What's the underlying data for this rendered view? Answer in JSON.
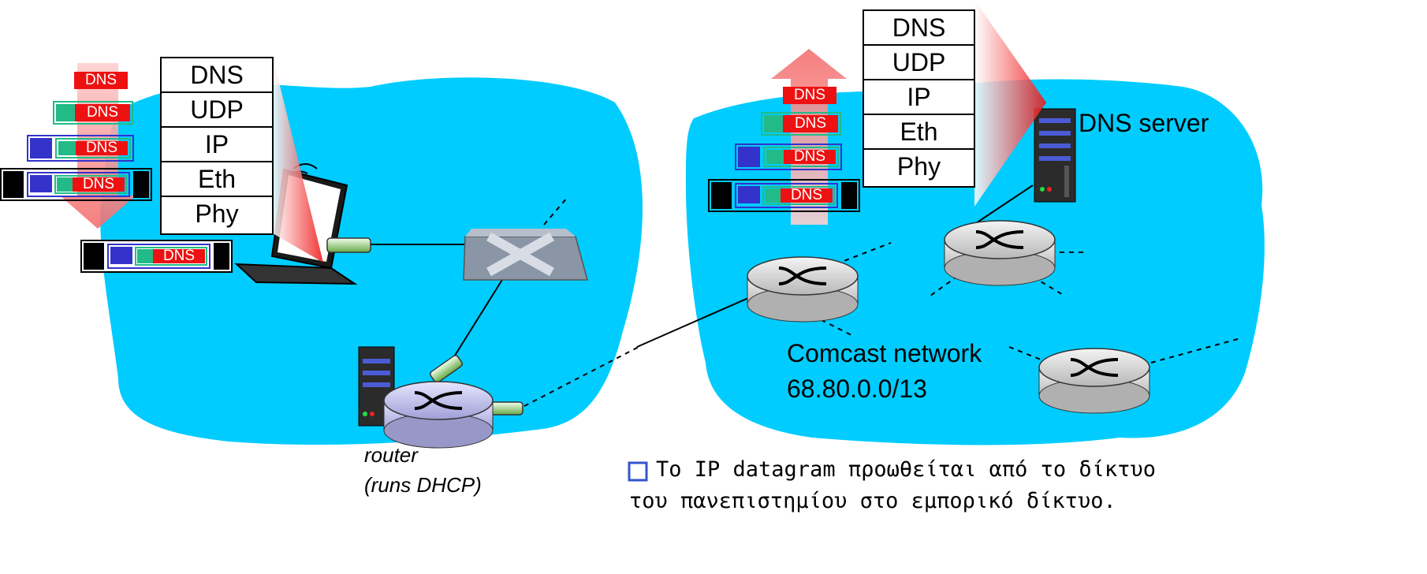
{
  "left_stack": {
    "layers": [
      "DNS",
      "UDP",
      "IP",
      "Eth",
      "Phy"
    ]
  },
  "right_stack": {
    "layers": [
      "DNS",
      "UDP",
      "IP",
      "Eth",
      "Phy"
    ]
  },
  "packet_label": "DNS",
  "labels": {
    "dns_server": "DNS server",
    "comcast_network": "Comcast network",
    "comcast_prefix": "68.80.0.0/13",
    "router_line1": "router",
    "router_line2": "(runs DHCP)"
  },
  "note": {
    "bullet_line1": "Το IP datagram προωθείται από το δίκτυο",
    "bullet_line2": "του πανεπιστημίου στο εμπορικό δίκτυο."
  },
  "colors": {
    "cloud": "#00ccff",
    "dns_tag": "#ee1111",
    "udp_header": "#22bb88",
    "ip_header": "#3333cc",
    "eth_header": "#000000",
    "bullet": "#3355cc"
  }
}
